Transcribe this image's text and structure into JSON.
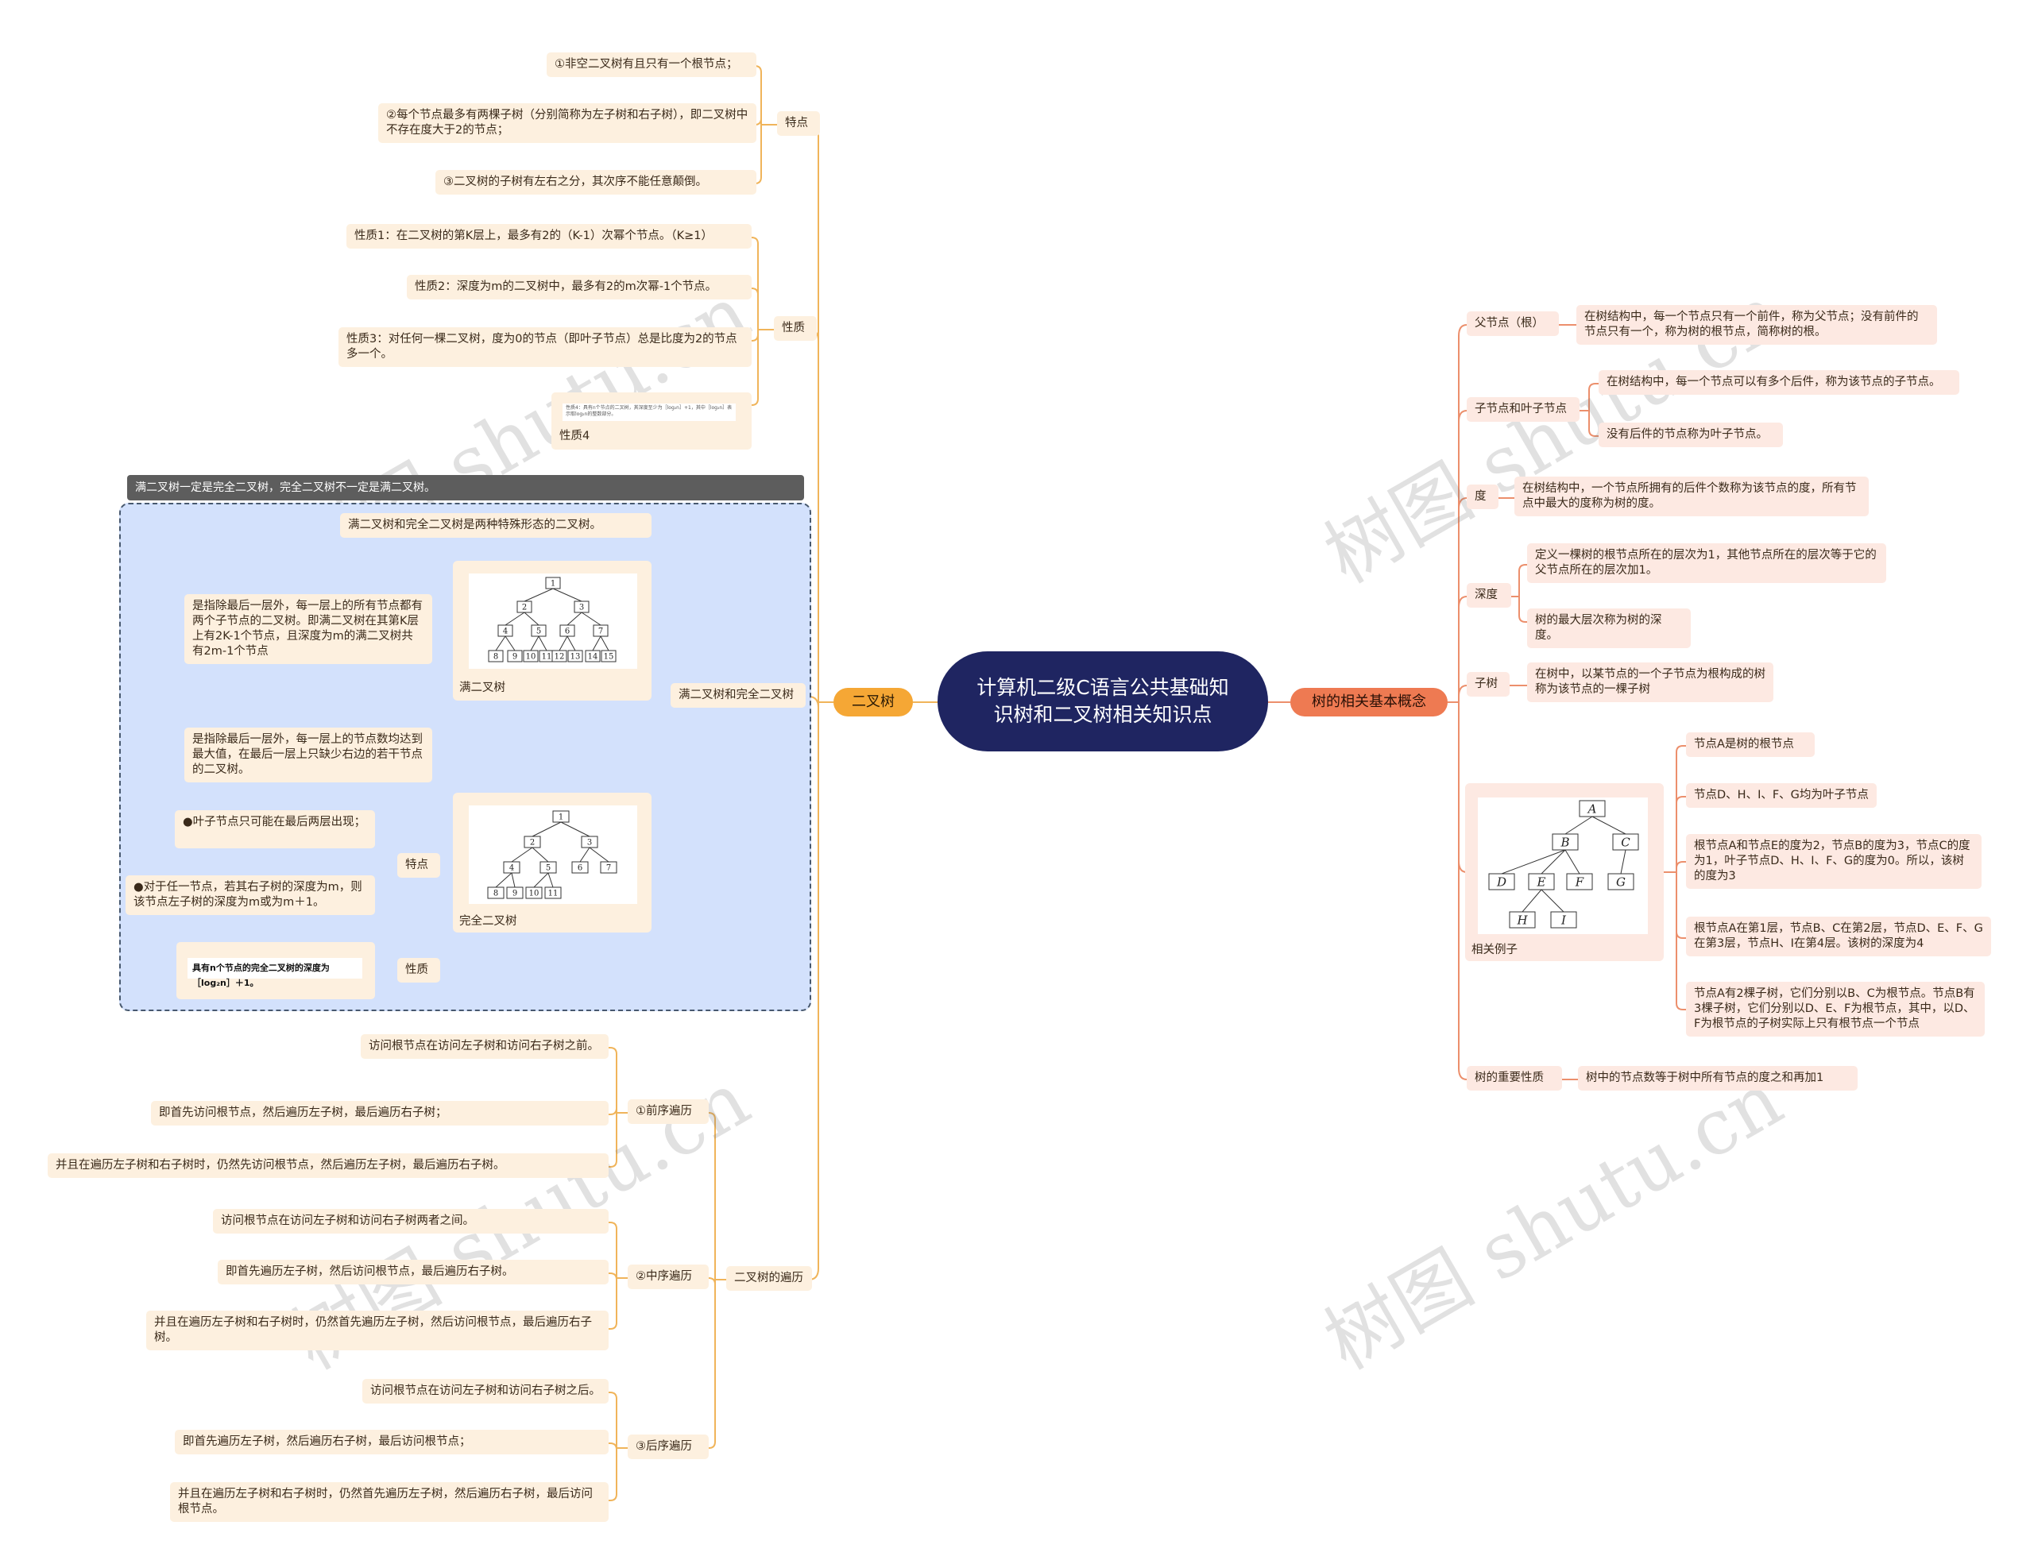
{
  "root": "计算机二级C语言公共基础知识树和二叉树相关知识点",
  "left_branch": "二叉树",
  "right_branch": "树的相关基本概念",
  "colors": {
    "root": "#1f2561",
    "left_branch": "#f5a735",
    "right_branch": "#ee7a52",
    "left_line": "#f0b45a",
    "right_line": "#ec8f6c",
    "blue_panel": "#d3e1fc"
  },
  "features": {
    "label": "特点",
    "items": [
      "①非空二叉树有且只有一个根节点；",
      "②每个节点最多有两棵子树（分别简称为左子树和右子树），即二叉树中不存在度大于2的节点；",
      "③二叉树的子树有左右之分，其次序不能任意颠倒。"
    ]
  },
  "properties": {
    "label": "性质",
    "items": [
      "性质1：在二叉树的第K层上，最多有2的（K-1）次幂个节点。（K≥1）",
      "性质2：深度为m的二叉树中，最多有2的m次幂-1个节点。",
      "性质3：对任何一棵二叉树，度为0的节点（即叶子节点）总是比度为2的节点多一个。"
    ],
    "p4_label": "性质4",
    "p4_text": "性质4：具有n个节点的二叉树，其深度至少为［log₂n］+1，其中［log₂n］表示取log₂n的整数部分。"
  },
  "note": "满二叉树一定是完全二叉树，完全二叉树不一定是满二叉树。",
  "full_complete": {
    "label": "满二叉树和完全二叉树",
    "intro": "满二叉树和完全二叉树是两种特殊形态的二叉树。",
    "full_desc": "是指除最后一层外，每一层上的所有节点都有两个子节点的二叉树。即满二叉树在其第K层上有2K-1个节点，且深度为m的满二叉树共有2m-1个节点",
    "full_caption": "满二叉树",
    "full_tree": [
      "1",
      "2",
      "3",
      "4",
      "5",
      "6",
      "7",
      "8",
      "9",
      "10",
      "11",
      "12",
      "13",
      "14",
      "15"
    ],
    "complete_desc": "是指除最后一层外，每一层上的节点数均达到最大值，在最后一层上只缺少右边的若干节点的二叉树。",
    "complete_caption": "完全二叉树",
    "complete_tree": [
      "1",
      "2",
      "3",
      "4",
      "5",
      "6",
      "7",
      "8",
      "9",
      "10",
      "11"
    ],
    "feat_label": "特点",
    "feat_items": [
      "●叶子节点只可能在最后两层出现；",
      "●对于任一节点，若其右子树的深度为m，则该节点左子树的深度为m或为m＋1。"
    ],
    "prop_label": "性质",
    "prop_text": "具有n个节点的完全二叉树的深度为［log₂n］＋1。"
  },
  "traversal": {
    "label": "二叉树的遍历",
    "groups": [
      {
        "label": "①前序遍历",
        "items": [
          "访问根节点在访问左子树和访问右子树之前。",
          "即首先访问根节点，然后遍历左子树，最后遍历右子树；",
          "并且在遍历左子树和右子树时，仍然先访问根节点，然后遍历左子树，最后遍历右子树。"
        ]
      },
      {
        "label": "②中序遍历",
        "items": [
          "访问根节点在访问左子树和访问右子树两者之间。",
          "即首先遍历左子树，然后访问根节点，最后遍历右子树。",
          "并且在遍历左子树和右子树时，仍然首先遍历左子树，然后访问根节点，最后遍历右子树。"
        ]
      },
      {
        "label": "③后序遍历",
        "items": [
          "访问根节点在访问左子树和访问右子树之后。",
          "即首先遍历左子树，然后遍历右子树，最后访问根节点；",
          "并且在遍历左子树和右子树时，仍然首先遍历左子树，然后遍历右子树，最后访问根节点。"
        ]
      }
    ]
  },
  "tree_concepts": {
    "parent": {
      "label": "父节点（根）",
      "text": "在树结构中，每一个节点只有一个前件，称为父节点；没有前件的节点只有一个，称为树的根节点，简称树的根。"
    },
    "child": {
      "label": "子节点和叶子节点",
      "items": [
        "在树结构中，每一个节点可以有多个后件，称为该节点的子节点。",
        "没有后件的节点称为叶子节点。"
      ]
    },
    "degree": {
      "label": "度",
      "text": "在树结构中，一个节点所拥有的后件个数称为该节点的度，所有节点中最大的度称为树的度。"
    },
    "depth": {
      "label": "深度",
      "items": [
        "定义一棵树的根节点所在的层次为1，其他节点所在的层次等于它的父节点所在的层次加1。",
        "树的最大层次称为树的深度。"
      ]
    },
    "subtree": {
      "label": "子树",
      "text": "在树中，以某节点的一个子节点为根构成的树称为该节点的一棵子树"
    },
    "example": {
      "label": "相关例子",
      "tree": [
        "A",
        "B",
        "C",
        "D",
        "E",
        "F",
        "G",
        "H",
        "I"
      ],
      "items": [
        "节点A是树的根节点",
        "节点D、H、I、F、G均为叶子节点",
        "根节点A和节点E的度为2，节点B的度为3，节点C的度为1，叶子节点D、H、I、F、G的度为0。所以，该树的度为3",
        "根节点A在第1层，节点B、C在第2层，节点D、E、F、G在第3层，节点H、I在第4层。该树的深度为4",
        "节点A有2棵子树，它们分别以B、C为根节点。节点B有3棵子树，它们分别以D、E、F为根节点，其中，以D、F为根节点的子树实际上只有根节点一个节点"
      ]
    },
    "important": {
      "label": "树的重要性质",
      "text": "树中的节点数等于树中所有节点的度之和再加1"
    }
  },
  "watermark": "树图 shutu.cn"
}
